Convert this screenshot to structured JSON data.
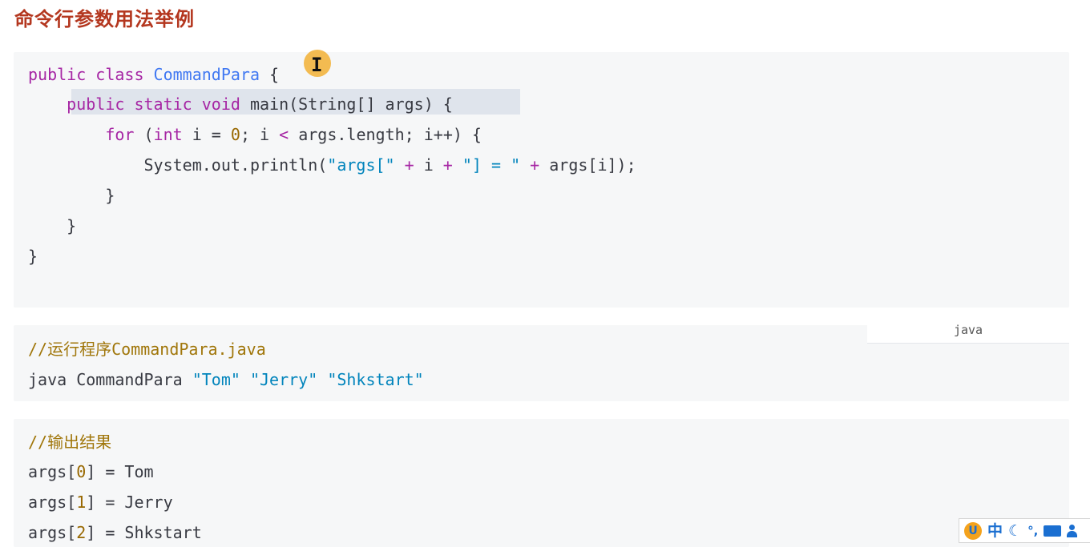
{
  "page": {
    "heading": "命令行参数用法举例"
  },
  "code1": {
    "l1": {
      "kw": "public class ",
      "cls": "CommandPara",
      "rest": " {"
    },
    "l2": {
      "indent": "    ",
      "kw": "public static void ",
      "rest": "main(String[] args) {"
    },
    "l3": {
      "indent": "        ",
      "kw": "for",
      "a": " (",
      "type": "int",
      "b": " i = ",
      "num": "0",
      "c": "; i ",
      "op": "<",
      "d": " args.length; i++) {"
    },
    "l4": {
      "indent": "            ",
      "a": "System.out.println(",
      "s1": "\"args[\"",
      "op1": " + ",
      "b": "i",
      "op2": " + ",
      "s2": "\"] = \"",
      "op3": " + ",
      "c": "args[i]);"
    },
    "l5": "        }",
    "l6": "    }",
    "l7": "}"
  },
  "lang_tag": "java",
  "code2": {
    "comment": "//运行程序CommandPara.java",
    "cmd": "java CommandPara ",
    "args": [
      "\"Tom\"",
      "\"Jerry\"",
      "\"Shkstart\""
    ]
  },
  "code3": {
    "comment": "//输出结果",
    "lines": [
      {
        "pre": "args[",
        "idx": "0",
        "post": "] = Tom"
      },
      {
        "pre": "args[",
        "idx": "1",
        "post": "] = Jerry"
      },
      {
        "pre": "args[",
        "idx": "2",
        "post": "] = Shkstart"
      }
    ]
  },
  "tray": {
    "logo": "U",
    "ime": "中",
    "moon": "☾",
    "dot": "°,"
  },
  "colors": {
    "heading": "#b4371f",
    "keyword": "#a626a4",
    "class": "#4078f2",
    "string": "#0184bc",
    "number": "#986801",
    "comment": "#a0760a",
    "code_bg": "#f6f7f8"
  }
}
